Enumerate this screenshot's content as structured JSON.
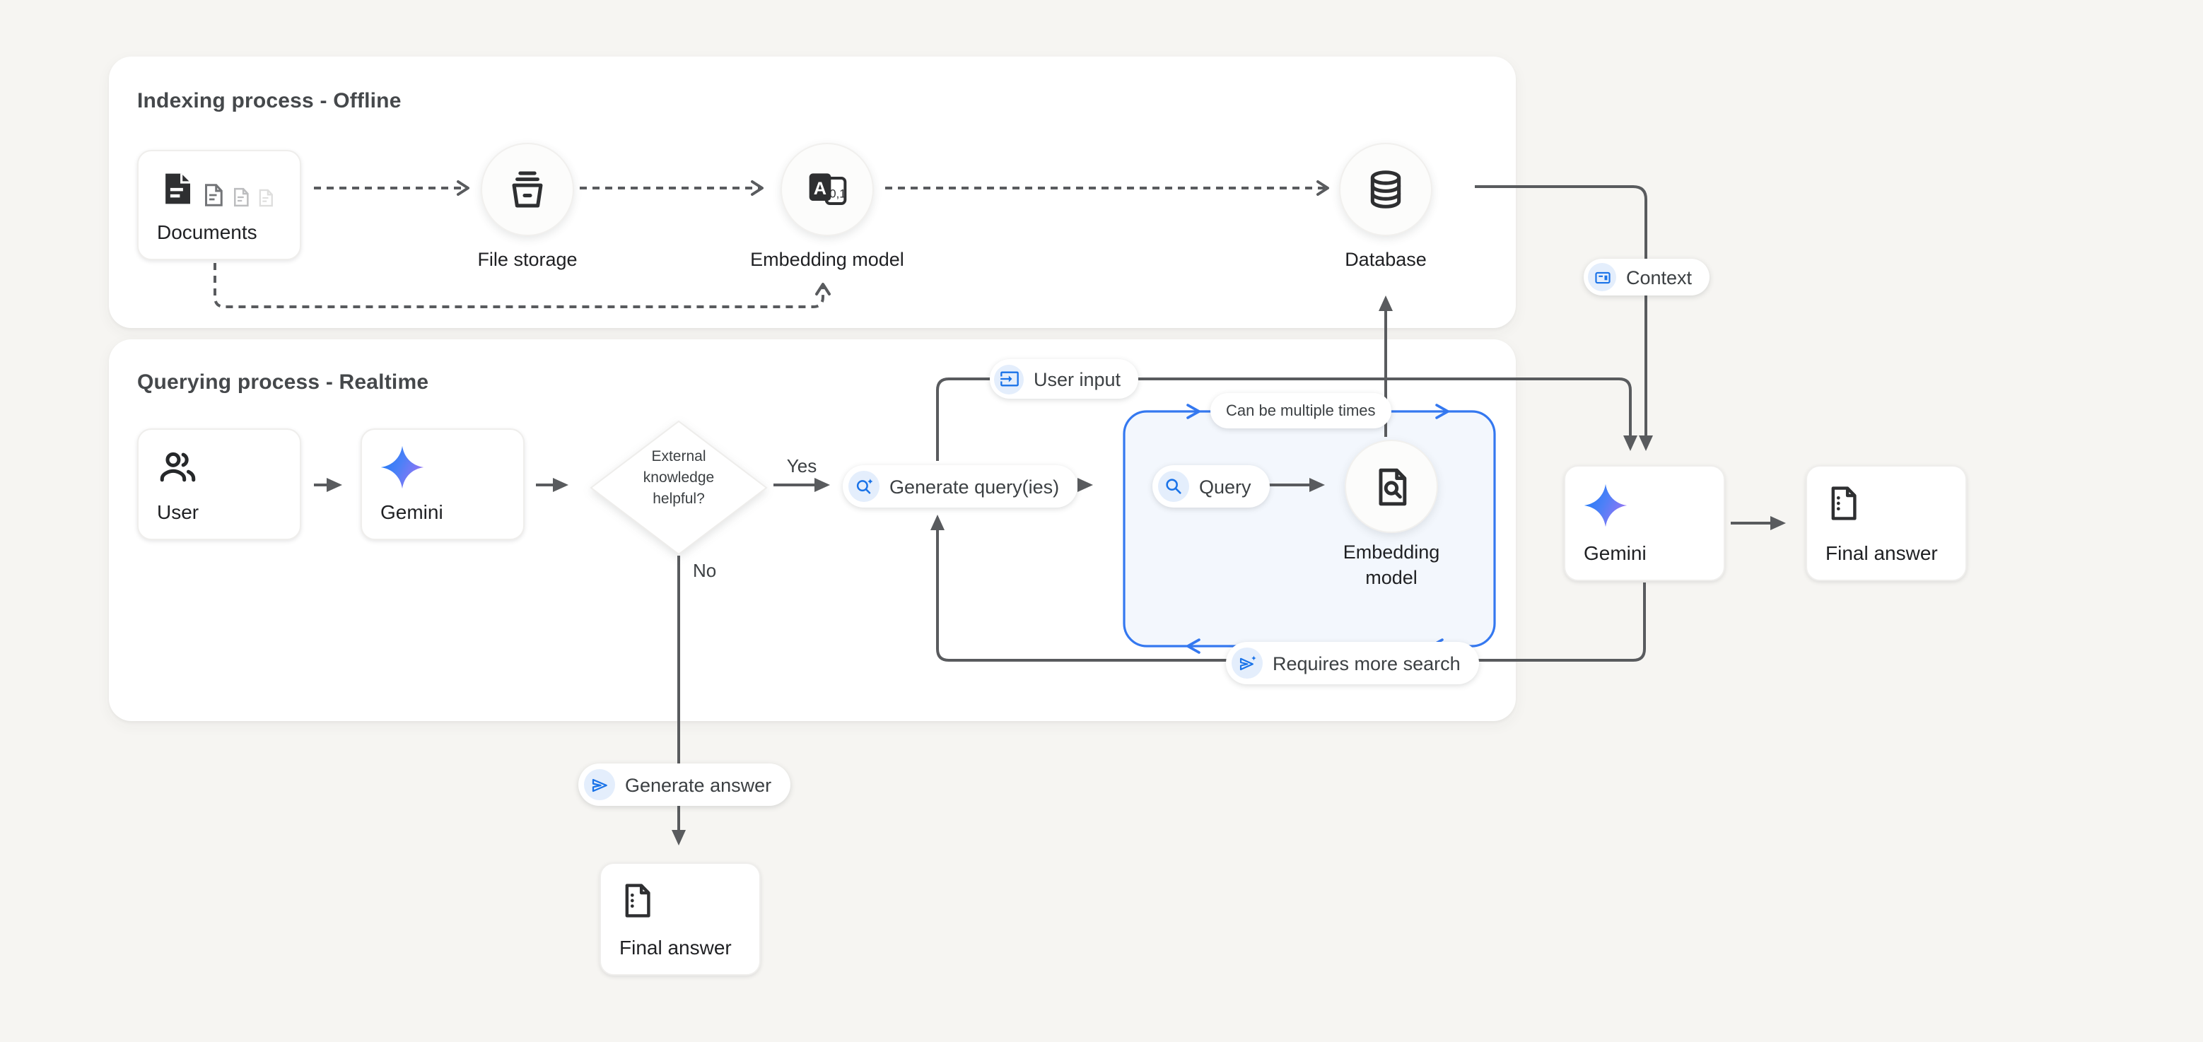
{
  "sections": {
    "indexing": {
      "title": "Indexing process - Offline"
    },
    "querying": {
      "title": "Querying process - Realtime"
    }
  },
  "nodes": {
    "documents": {
      "label": "Documents"
    },
    "file_storage": {
      "label": "File storage"
    },
    "embedding_model_indexing": {
      "label": "Embedding model"
    },
    "database": {
      "label": "Database"
    },
    "user": {
      "label": "User"
    },
    "gemini_query": {
      "label": "Gemini"
    },
    "decision": {
      "label": "External knowledge helpful?"
    },
    "embedding_model_query": {
      "label": "Embedding model"
    },
    "gemini_answer": {
      "label": "Gemini"
    },
    "final_answer_right": {
      "label": "Final answer"
    },
    "final_answer_bottom": {
      "label": "Final answer"
    }
  },
  "badges": {
    "context": "Context",
    "user_input": "User input",
    "generate_queries": "Generate query(ies)",
    "query": "Query",
    "can_be_multiple_times": "Can be multiple times",
    "requires_more_search": "Requires more search",
    "generate_answer": "Generate answer"
  },
  "edge_labels": {
    "yes": "Yes",
    "no": "No"
  },
  "icon_texts": {
    "embedding_a": "A",
    "embedding_01": "0,1"
  },
  "colors": {
    "background": "#f6f5f2",
    "accent_blue": "#1a73e8",
    "loop_border_blue": "#3478f0",
    "line_gray": "#595b5e"
  }
}
